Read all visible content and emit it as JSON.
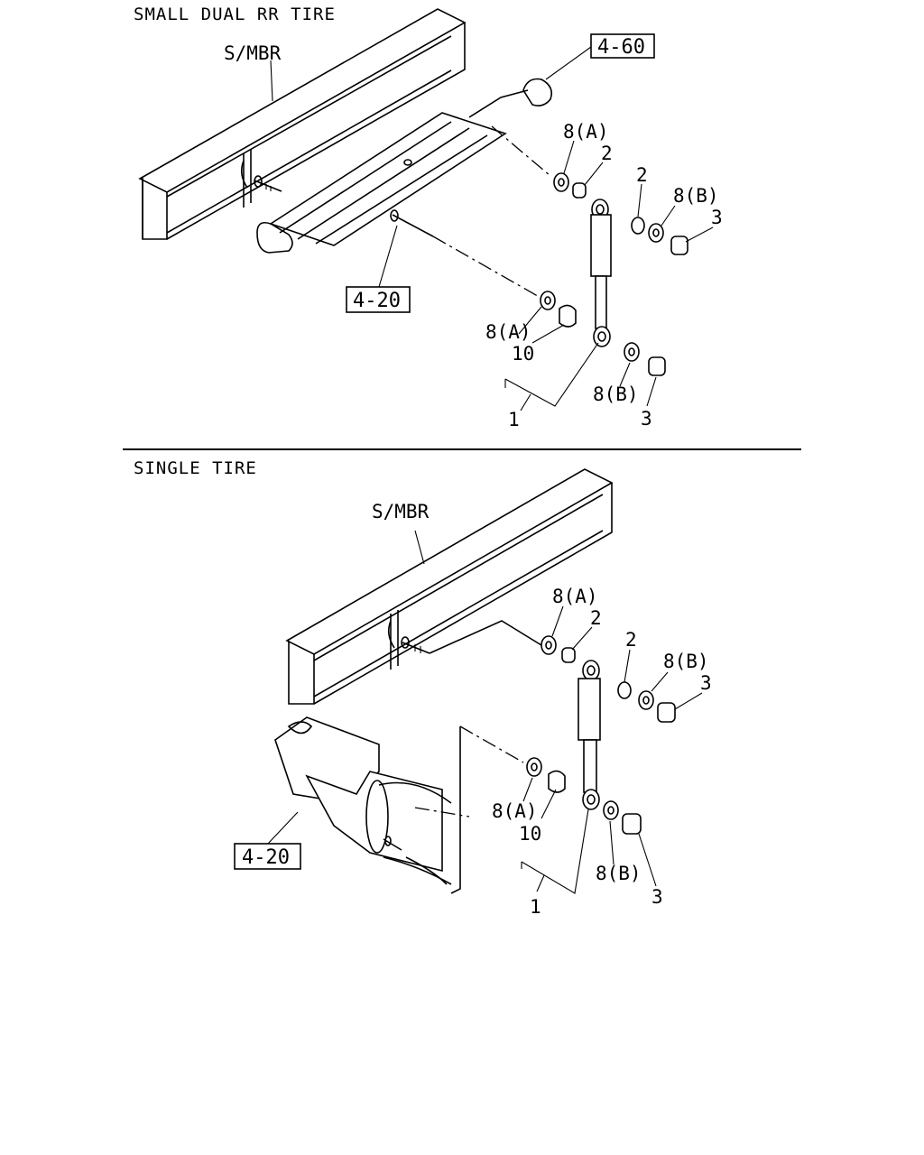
{
  "sections": [
    {
      "title": "SMALL DUAL RR TIRE",
      "member_label": "S/MBR",
      "refs": [
        "4-60",
        "4-20"
      ],
      "callouts": [
        "8(A)",
        "2",
        "2",
        "8(B)",
        "3",
        "8(A)",
        "10",
        "8(B)",
        "3",
        "1"
      ]
    },
    {
      "title": "SINGLE TIRE",
      "member_label": "S/MBR",
      "refs": [
        "4-20"
      ],
      "callouts": [
        "8(A)",
        "2",
        "2",
        "8(B)",
        "3",
        "8(A)",
        "10",
        "8(B)",
        "3",
        "1"
      ]
    }
  ]
}
